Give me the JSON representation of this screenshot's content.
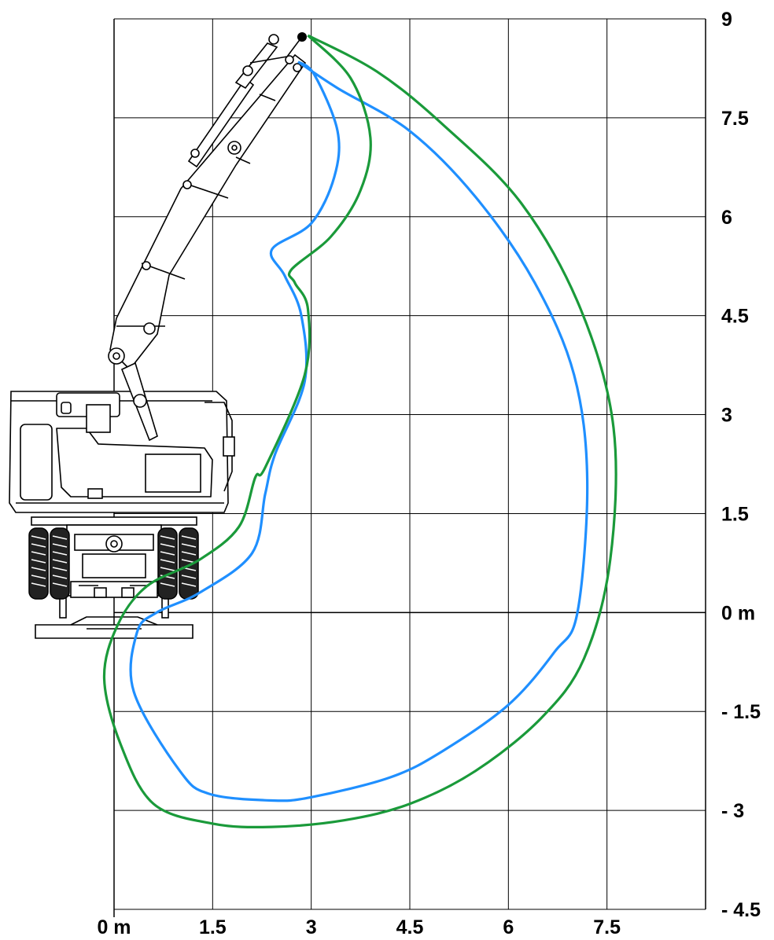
{
  "chart_data": {
    "type": "line",
    "title": "",
    "xlabel": "",
    "ylabel": "",
    "xlim": [
      0,
      9
    ],
    "ylim": [
      -4.5,
      9
    ],
    "grid": true,
    "x_ticks": [
      "0 m",
      "1.5",
      "3",
      "4.5",
      "6",
      "7.5"
    ],
    "y_ticks": [
      "9",
      "7.5",
      "6",
      "4.5",
      "3",
      "1.5",
      "0 m",
      "- 1.5",
      "- 3",
      "- 4.5"
    ],
    "series": [
      {
        "color": "#1f8fff",
        "points": [
          [
            2.8,
            8.35
          ],
          [
            3.4,
            7.95
          ],
          [
            4.5,
            7.3
          ],
          [
            5.5,
            6.3
          ],
          [
            6.4,
            5.0
          ],
          [
            7.0,
            3.6
          ],
          [
            7.2,
            2.0
          ],
          [
            7.05,
            0.0
          ],
          [
            6.7,
            -0.6
          ],
          [
            6.0,
            -1.4
          ],
          [
            5.0,
            -2.1
          ],
          [
            4.2,
            -2.5
          ],
          [
            3.0,
            -2.8
          ],
          [
            2.4,
            -2.85
          ],
          [
            1.45,
            -2.75
          ],
          [
            1.0,
            -2.4
          ],
          [
            0.3,
            -1.2
          ],
          [
            0.35,
            -0.3
          ],
          [
            0.65,
            0.0
          ],
          [
            1.3,
            0.3
          ],
          [
            2.1,
            0.9
          ],
          [
            2.3,
            1.8
          ],
          [
            2.45,
            2.4
          ],
          [
            2.9,
            3.5
          ],
          [
            2.85,
            4.5
          ],
          [
            2.6,
            5.1
          ],
          [
            2.4,
            5.5
          ],
          [
            3.0,
            5.9
          ],
          [
            3.35,
            6.6
          ],
          [
            3.4,
            7.3
          ],
          [
            3.05,
            8.15
          ],
          [
            2.8,
            8.35
          ]
        ]
      },
      {
        "color": "#1a9a3a",
        "points": [
          [
            2.95,
            8.75
          ],
          [
            4.0,
            8.2
          ],
          [
            5.0,
            7.4
          ],
          [
            6.2,
            6.2
          ],
          [
            7.1,
            4.6
          ],
          [
            7.6,
            2.8
          ],
          [
            7.55,
            0.8
          ],
          [
            7.15,
            -0.7
          ],
          [
            6.5,
            -1.6
          ],
          [
            5.5,
            -2.4
          ],
          [
            4.5,
            -2.9
          ],
          [
            3.5,
            -3.15
          ],
          [
            2.4,
            -3.25
          ],
          [
            1.5,
            -3.2
          ],
          [
            0.6,
            -2.9
          ],
          [
            0.1,
            -2.0
          ],
          [
            -0.15,
            -1.0
          ],
          [
            0.05,
            -0.2
          ],
          [
            0.5,
            0.4
          ],
          [
            1.3,
            0.8
          ],
          [
            1.9,
            1.3
          ],
          [
            2.15,
            2.05
          ],
          [
            2.3,
            2.2
          ],
          [
            2.9,
            3.6
          ],
          [
            2.95,
            4.6
          ],
          [
            2.75,
            5.0
          ],
          [
            2.7,
            5.2
          ],
          [
            3.3,
            5.7
          ],
          [
            3.75,
            6.4
          ],
          [
            3.9,
            7.2
          ],
          [
            3.6,
            8.1
          ],
          [
            2.95,
            8.75
          ]
        ]
      }
    ]
  }
}
